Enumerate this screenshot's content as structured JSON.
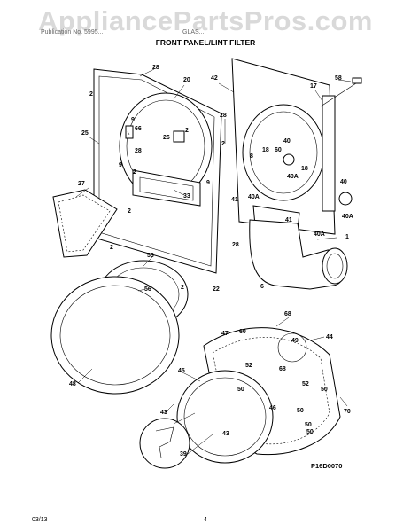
{
  "watermark": "AppliancePartsPros.com",
  "header": {
    "left": "Publication No. 5995...",
    "right": "GLAS..."
  },
  "section_title": "FRONT PANEL/LINT FILTER",
  "diagram": {
    "id": "P16D0070",
    "callouts": [
      "28",
      "2",
      "20",
      "42",
      "58",
      "17",
      "25",
      "66",
      "26",
      "9",
      "28",
      "2",
      "28",
      "2",
      "18",
      "60",
      "40",
      "18",
      "40A",
      "27",
      "33",
      "9",
      "2",
      "8",
      "9",
      "2",
      "40",
      "41",
      "40A",
      "41",
      "40A",
      "2",
      "28",
      "1",
      "6",
      "40A",
      "53",
      "56",
      "2",
      "22",
      "48",
      "68",
      "47",
      "60",
      "44",
      "49",
      "52",
      "68",
      "45",
      "50",
      "52",
      "50",
      "43",
      "46",
      "50",
      "70",
      "50",
      "43",
      "39",
      "50"
    ]
  },
  "footer": {
    "date": "03/13",
    "page": "4"
  }
}
